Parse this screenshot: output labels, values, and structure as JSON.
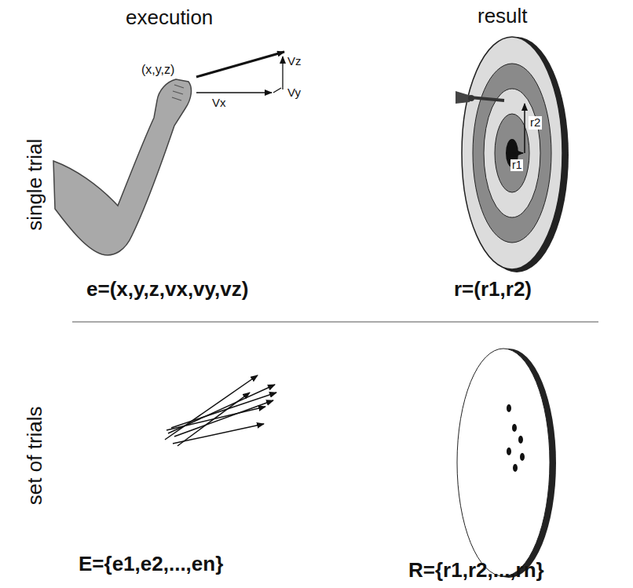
{
  "diagram": {
    "labels": [
      "execution",
      "result",
      "single trial",
      "(x,y,z)",
      "Vz",
      "Vx",
      "Vy",
      "r2",
      "r1",
      "e=(x,y,z,vx,vy,vz)",
      "r=(r1,r2)",
      "set of trials",
      "E={e1,e2,...,en}",
      "R={r1,r2,...,rn}"
    ]
  }
}
